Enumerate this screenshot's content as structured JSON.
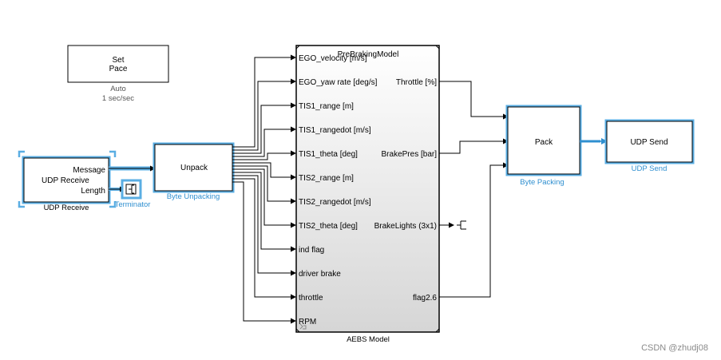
{
  "pace_block": {
    "line1": "Set",
    "line2": "Pace",
    "mode": "Auto",
    "rate": "1 sec/sec"
  },
  "udp_receive": {
    "message_port": "Message",
    "name": "UDP Receive",
    "length_port": "Length",
    "caption": "UDP Receive"
  },
  "terminator": {
    "caption": "Terminator"
  },
  "unpack": {
    "label": "Unpack",
    "caption": "Byte Unpacking"
  },
  "model": {
    "title": "PreBrakingModel",
    "caption": "AEBS Model",
    "inputs": [
      "EGO_velocity [m/s]",
      "EGO_yaw rate [deg/s]",
      "TIS1_range [m]",
      "TIS1_rangedot [m/s]",
      "TIS1_theta [deg]",
      "TIS2_range [m]",
      "TIS2_rangedot [m/s]",
      "TIS2_theta [deg]",
      "ind flag",
      "driver brake",
      "throttle",
      "RPM"
    ],
    "outputs": {
      "throttle": "Throttle [%]",
      "brake_pres": "BrakePres [bar]",
      "brake_lights": "BrakeLights (3x1)",
      "flag": "flag2.6"
    }
  },
  "pack": {
    "label": "Pack",
    "caption": "Byte Packing"
  },
  "udp_send": {
    "label": "UDP Send",
    "caption": "UDP Send"
  },
  "watermark": "CSDN @zhudj08",
  "colors": {
    "highlight": "#5aaee3",
    "caption_blue": "#2f8fd0",
    "wire": "#000000"
  }
}
